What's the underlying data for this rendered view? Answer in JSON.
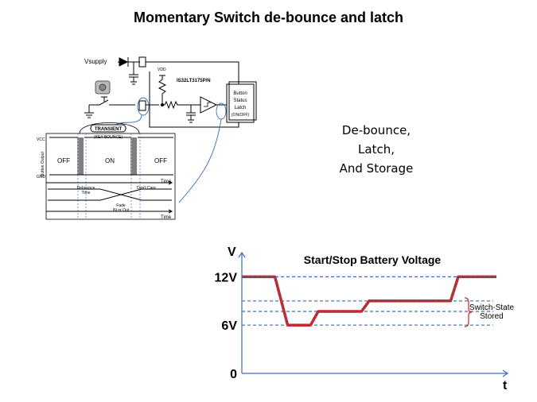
{
  "title": "Momentary Switch de-bounce and latch",
  "caption": [
    "De-bounce,",
    "Latch,",
    "And Storage"
  ],
  "colors": {
    "voltage_trace": "#cc2222",
    "threshold_lines": "#3a6fb8",
    "brace": "#cc2222",
    "circuit": "#000000",
    "leader": "#3a6fb8"
  },
  "circuit": {
    "vsupply": "Vsupply",
    "vdd": "VDD",
    "part": "IS32LT3175P/N",
    "latch_box": [
      "Button",
      "Status",
      "Latch",
      "(ON/OFF)"
    ]
  },
  "timing": {
    "transient": "TRANSIENT",
    "key_bounce": "(KEY BOUNCE)",
    "vcc": "VCC",
    "gnd": "GND",
    "ylabel": "Button Output",
    "states": [
      "OFF",
      "ON",
      "OFF"
    ],
    "time1": "Time",
    "time2": "Time",
    "debounce": [
      "Debounce",
      "Time"
    ],
    "dont_care": "Don't Care",
    "fade": [
      "Fade",
      "IN or Out"
    ]
  },
  "chart_data": {
    "type": "line",
    "title": "Start/Stop Battery Voltage",
    "xlabel": "t",
    "ylabel": "V",
    "ylim": [
      0,
      15
    ],
    "ytick_labels": [
      "0",
      "6V",
      "12V"
    ],
    "ytick_values": [
      0,
      6,
      12
    ],
    "x": [
      0,
      1.3,
      1.8,
      2.7,
      3.0,
      4.7,
      5.0,
      8.2,
      8.5,
      10
    ],
    "series": [
      {
        "values": [
          12,
          12,
          6,
          6,
          7.7,
          7.7,
          9.0,
          9.0,
          12,
          12
        ]
      }
    ],
    "threshold_levels": [
      6,
      7.7,
      9.0,
      12
    ],
    "annotation": [
      "Switch-State",
      "Stored"
    ]
  }
}
